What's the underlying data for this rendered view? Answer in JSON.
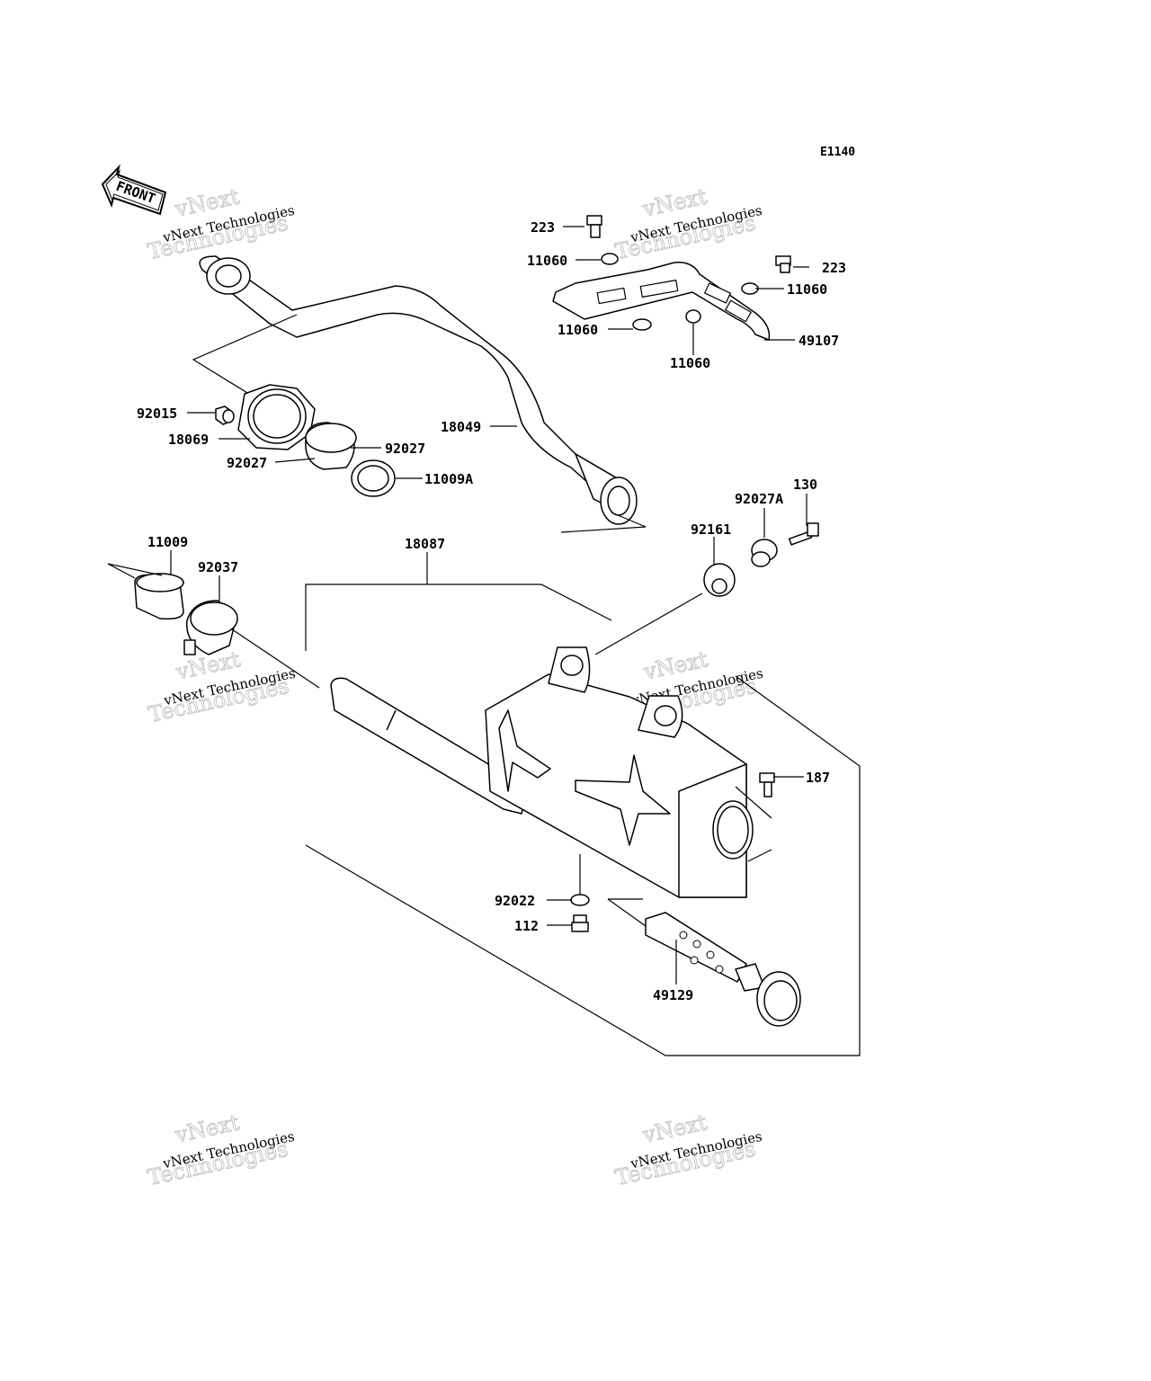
{
  "diagram_code": "E1140",
  "front_label": "FRONT",
  "watermark": {
    "line1": "vNext Technologies",
    "line2": "vNext",
    "line3": "Technologies"
  },
  "parts": {
    "p223_top": "223",
    "p223_right": "223",
    "p11060_a": "11060",
    "p11060_b": "11060",
    "p11060_c": "11060",
    "p11060_d": "11060",
    "p49107": "49107",
    "p92015": "92015",
    "p18069": "18069",
    "p92027_a": "92027",
    "p92027_b": "92027",
    "p11009A": "11009A",
    "p18049": "18049",
    "p130": "130",
    "p92027A": "92027A",
    "p92161": "92161",
    "p18087": "18087",
    "p11009": "11009",
    "p92037": "92037",
    "p187": "187",
    "p92022": "92022",
    "p112": "112",
    "p49129": "49129"
  }
}
